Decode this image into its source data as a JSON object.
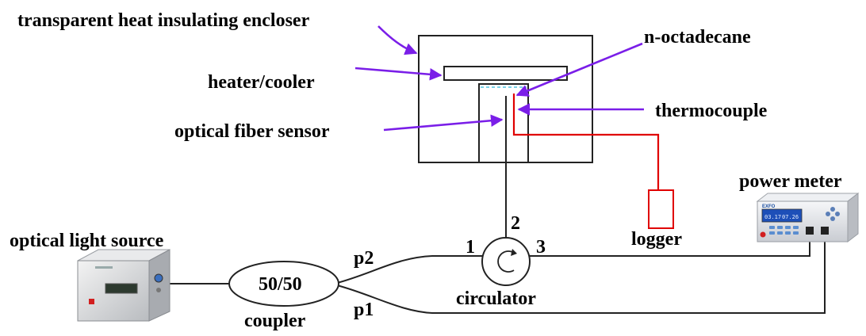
{
  "labels": {
    "enclosure": "transparent heat insulating encloser",
    "n_octadecane": "n-octadecane",
    "heater": "heater/cooler",
    "thermocouple": "thermocouple",
    "fiber_sensor": "optical fiber sensor",
    "power_meter": "power meter",
    "light_source": "optical light source",
    "logger": "logger",
    "coupler_ratio": "50/50",
    "coupler": "coupler",
    "circulator": "circulator",
    "p1": "p1",
    "p2": "p2",
    "port1": "1",
    "port2": "2",
    "port3": "3"
  },
  "light_source_device": {
    "display": ""
  },
  "power_meter_device": {
    "brand": "EXFO",
    "display_left": "03.17",
    "display_right": "07.26"
  },
  "colors": {
    "pointer_arrows": "#7a1ee8",
    "thermocouple_wire": "#e00000",
    "liquid_level": "#4fc3e0"
  }
}
